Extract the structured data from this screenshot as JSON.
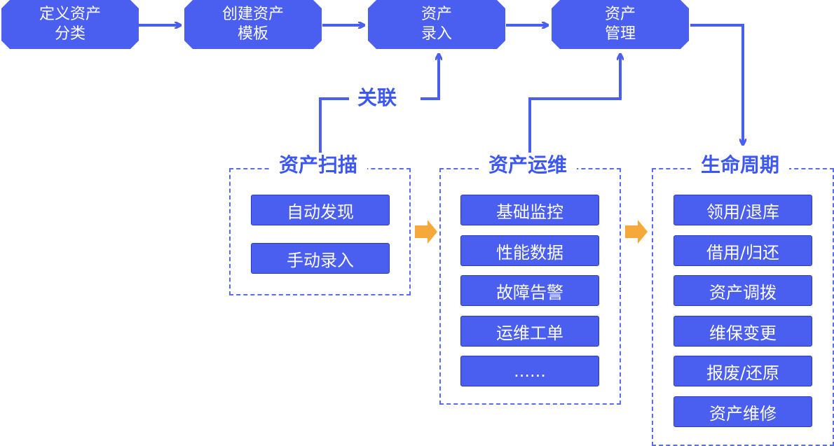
{
  "top_steps": [
    {
      "line1": "定义资产",
      "line2": "分类"
    },
    {
      "line1": "创建资产",
      "line2": "模板"
    },
    {
      "line1": "资产",
      "line2": "录入"
    },
    {
      "line1": "资产",
      "line2": "管理"
    }
  ],
  "relation_label": "关联",
  "groups": [
    {
      "title": "资产扫描",
      "items": [
        "自动发现",
        "手动录入"
      ]
    },
    {
      "title": "资产运维",
      "items": [
        "基础监控",
        "性能数据",
        "故障告警",
        "运维工单",
        "......"
      ]
    },
    {
      "title": "生命周期",
      "items": [
        "领用/退库",
        "借用/归还",
        "资产调拨",
        "维保变更",
        "报废/还原",
        "资产维修"
      ]
    }
  ],
  "colors": {
    "box_fill": "#4a5ef0",
    "line": "#4a5ef0",
    "title_text": "#3d57f5",
    "orange_arrow": "#f5a93a",
    "dashed_border": "#5a6cf0"
  }
}
